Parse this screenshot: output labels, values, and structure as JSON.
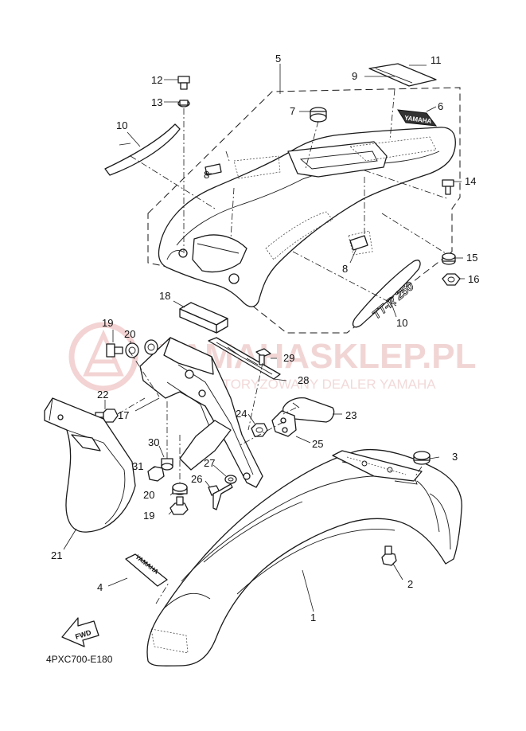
{
  "diagram_code": "4PXC700-E180",
  "watermark": {
    "title": "YAMAHASKLEP.PL",
    "subtitle": "AUTORYZOWANY DEALER YAMAHA"
  },
  "fwd_label": "FWD",
  "decal_text": {
    "yamaha_small": "YAMAHA",
    "model": "TT-R 250"
  },
  "part_labels": [
    "1",
    "2",
    "3",
    "4",
    "5",
    "6",
    "7",
    "8",
    "8",
    "9",
    "10",
    "10",
    "11",
    "12",
    "13",
    "14",
    "15",
    "16",
    "17",
    "18",
    "19",
    "19",
    "20",
    "20",
    "21",
    "22",
    "23",
    "24",
    "25",
    "26",
    "27",
    "28",
    "29",
    "30",
    "31"
  ]
}
